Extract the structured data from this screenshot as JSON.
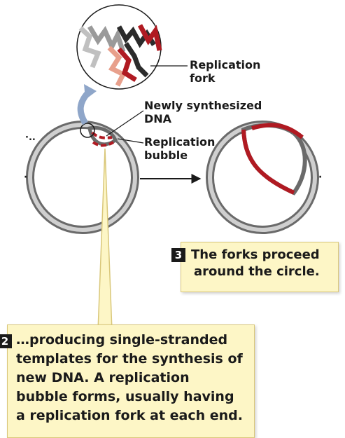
{
  "labels": {
    "replication_fork_line1": "Replication",
    "replication_fork_line2": "fork",
    "newly_synthesized_line1": "Newly synthesized",
    "newly_synthesized_line2": "DNA",
    "replication_bubble_line1": "Replication",
    "replication_bubble_line2": "bubble",
    "dots_left": "·..",
    "dot_small": "·"
  },
  "step3": {
    "number": "3",
    "line1": "The forks proceed",
    "line2": "around the circle."
  },
  "step2": {
    "number": "2",
    "line1": "…producing single-stranded",
    "line2": "templates for the synthesis of",
    "line3": "new DNA. A replication",
    "line4": "bubble forms, usually having",
    "line5": "a replication fork at each end."
  },
  "colors": {
    "dna_gray": "#9a9a9a",
    "new_strand_red": "#b01a22",
    "parent_dark": "#2b2b2b",
    "arrow_blue": "#8fa6c9",
    "callout_fill": "#fdf6c6",
    "callout_border": "#d9c77a"
  }
}
